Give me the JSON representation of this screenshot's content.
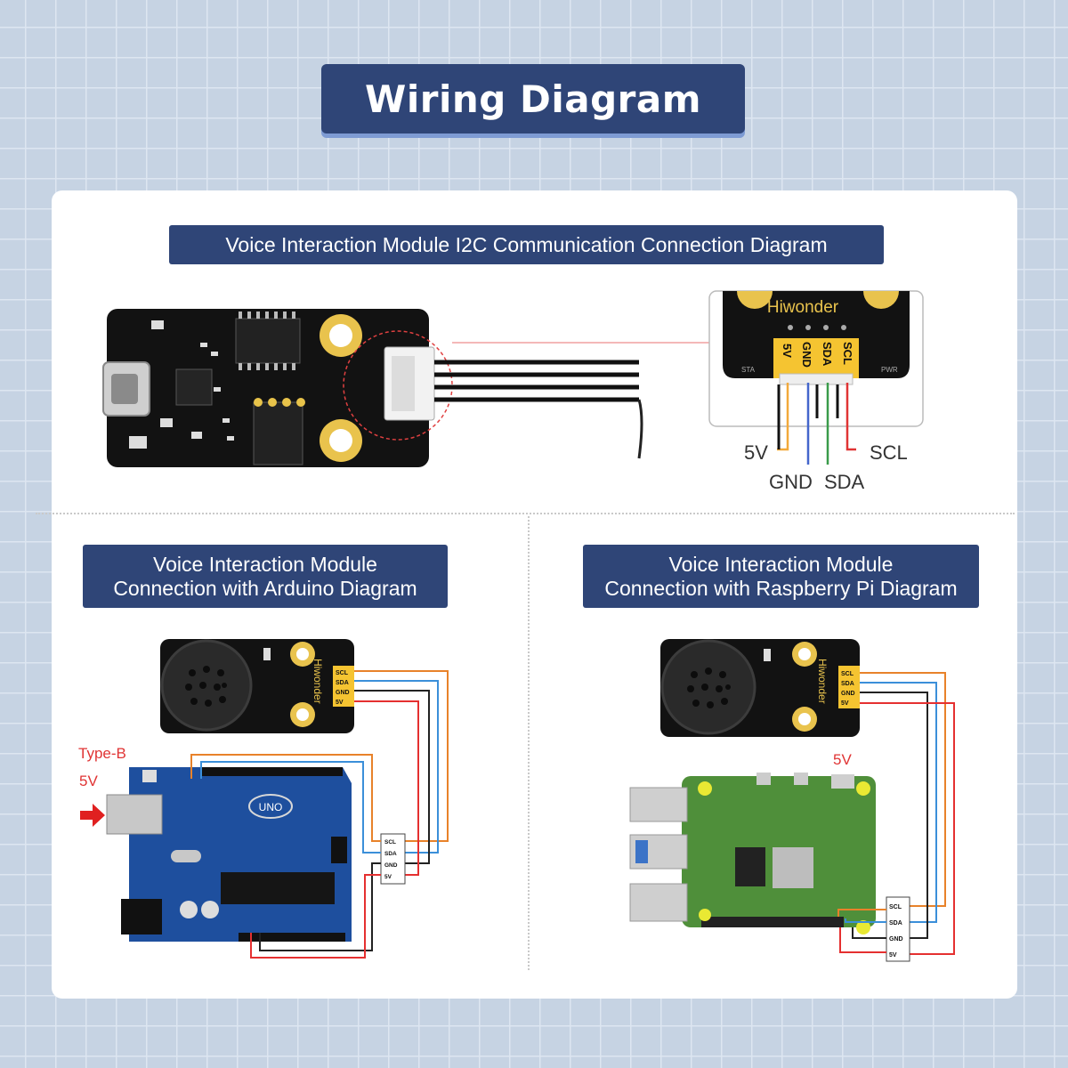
{
  "title": "Wiring Diagram",
  "sections": {
    "i2c": {
      "label": "Voice Interaction Module I2C Communication Connection Diagram",
      "brand": "Hiwonder",
      "pins": [
        "5V",
        "GND",
        "SDA",
        "SCL"
      ],
      "sta": "STA",
      "pwr": "PWR",
      "wire_labels": {
        "v5": "5V",
        "gnd": "GND",
        "sda": "SDA",
        "scl": "SCL"
      }
    },
    "arduino": {
      "label_line1": "Voice Interaction Module",
      "label_line2": "Connection with Arduino Diagram",
      "brand": "Hiwonder",
      "pins": [
        "SCL",
        "SDA",
        "GND",
        "5V"
      ],
      "connector_pins": [
        "SCL",
        "SDA",
        "GND",
        "5V"
      ],
      "uno": "UNO",
      "type_b": "Type-B",
      "power": "5V"
    },
    "pi": {
      "label_line1": "Voice Interaction Module",
      "label_line2": "Connection with Raspberry Pi Diagram",
      "brand": "Hiwonder",
      "pins": [
        "SCL",
        "SDA",
        "GND",
        "5V"
      ],
      "connector_pins": [
        "SCL",
        "SDA",
        "GND",
        "5V"
      ],
      "power": "5V"
    }
  },
  "colors": {
    "banner": "#2f4577",
    "wire_5v": "#f2a93b",
    "wire_gnd": "#4466cc",
    "wire_sda": "#3a9b4a",
    "wire_scl": "#e03434",
    "wire_orange": "#e8822a",
    "wire_blue": "#3b8fd9",
    "wire_black": "#222222",
    "wire_red": "#e53030",
    "arduino_board": "#1e4f9e",
    "pi_board": "#4f8f3a"
  }
}
